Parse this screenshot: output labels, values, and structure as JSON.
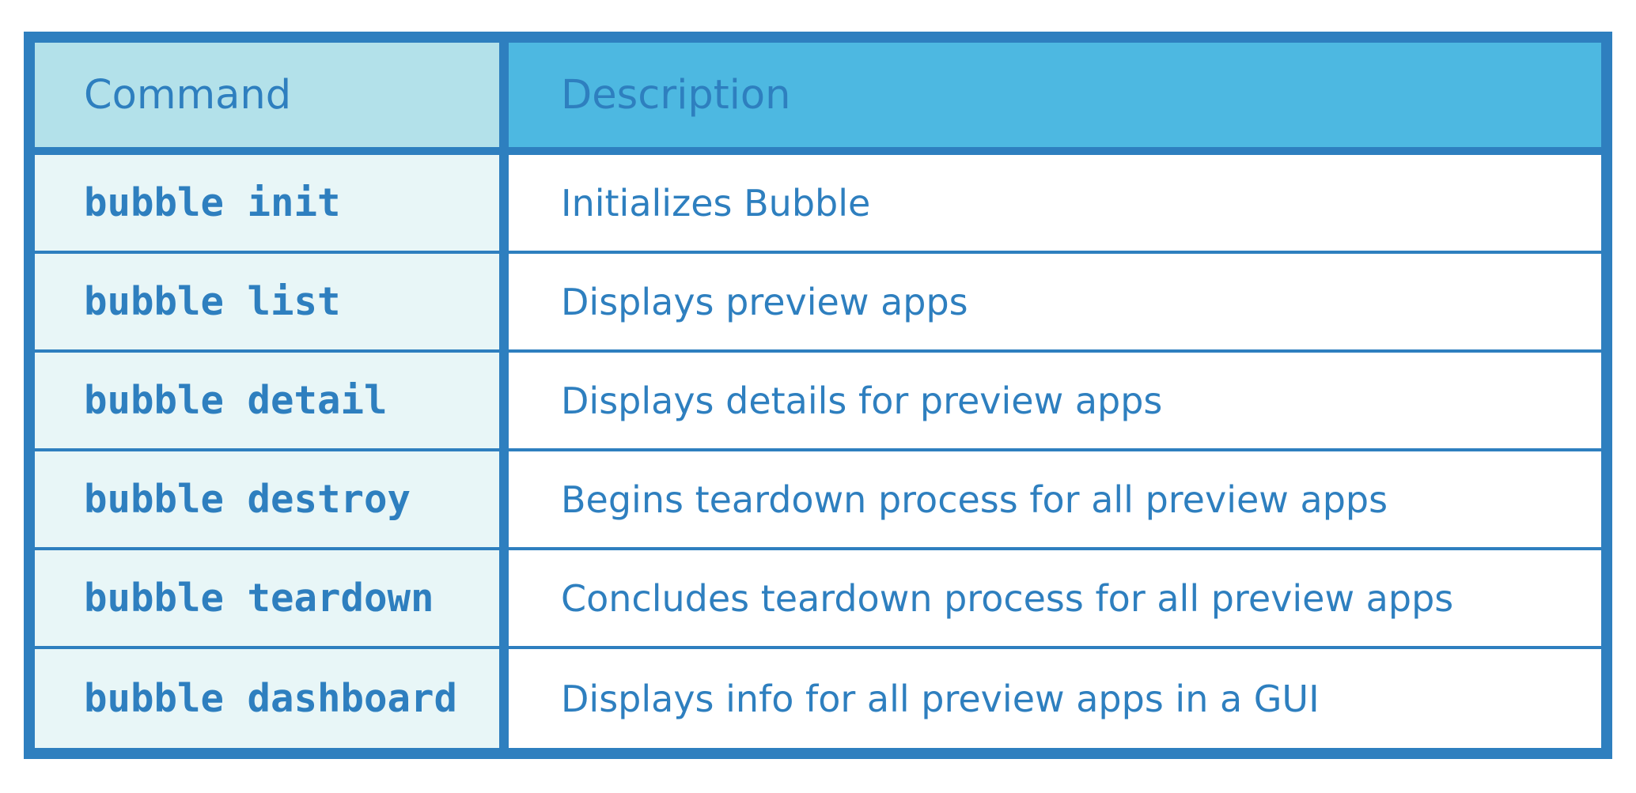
{
  "colors": {
    "border": "#2e7fbf",
    "text": "#2e7fbf",
    "header_command_bg": "#b3e1ea",
    "header_description_bg": "#4db8e1",
    "command_column_bg": "#e8f6f7",
    "description_column_bg": "#ffffff"
  },
  "table": {
    "headers": {
      "command": "Command",
      "description": "Description"
    },
    "rows": [
      {
        "command": "bubble init",
        "description": "Initializes Bubble"
      },
      {
        "command": "bubble list",
        "description": "Displays preview apps"
      },
      {
        "command": "bubble detail",
        "description": "Displays details for preview apps"
      },
      {
        "command": "bubble destroy",
        "description": "Begins teardown process for all preview apps"
      },
      {
        "command": "bubble teardown",
        "description": "Concludes teardown process for all preview apps"
      },
      {
        "command": "bubble dashboard",
        "description": "Displays info for all preview apps in a GUI"
      }
    ]
  }
}
